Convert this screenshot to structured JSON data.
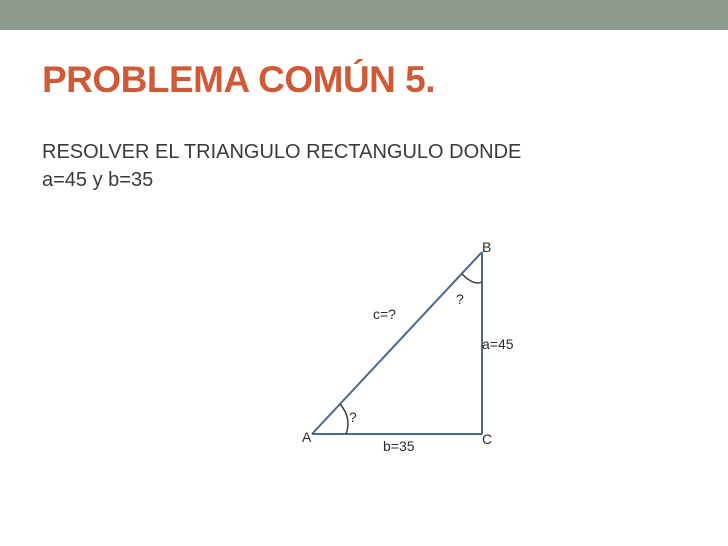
{
  "slide": {
    "title": "PROBLEMA COMÚN 5.",
    "body_line_1": "RESOLVER EL TRIANGULO RECTANGULO DONDE",
    "body_line_2": "a=45 y b=35"
  },
  "figure": {
    "vertex_a": "A",
    "vertex_b": "B",
    "vertex_c": "C",
    "side_c_label": "c=?",
    "side_a_label": "a=45",
    "side_b_label": "b=35",
    "angle_a_label": "?",
    "angle_b_label": "?"
  },
  "colors": {
    "title": "#d05a36",
    "top_bar": "#8e9b8e",
    "triangle_stroke": "#4a6890"
  }
}
